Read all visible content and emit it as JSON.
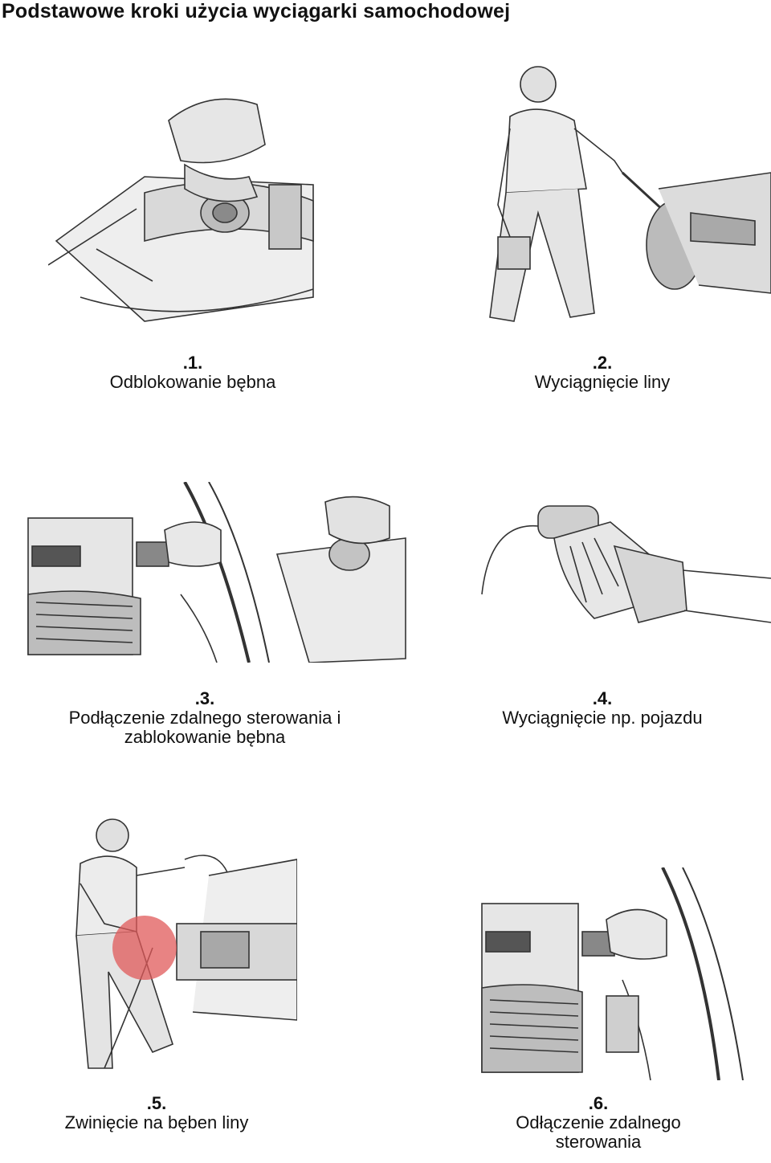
{
  "document": {
    "title": "Podstawowe kroki użycia wyciągarki samochodowej"
  },
  "steps": [
    {
      "number": ".1.",
      "label": "Odblokowanie bębna"
    },
    {
      "number": ".2.",
      "label": "Wyciągnięcie liny"
    },
    {
      "number": ".3.",
      "label": "Podłączenie zdalnego sterowania i zablokowanie bębna"
    },
    {
      "number": ".4.",
      "label": "Wyciągnięcie np. pojazdu"
    },
    {
      "number": ".5.",
      "label": "Zwinięcie na bęben liny"
    },
    {
      "number": ".6.",
      "label": "Odłączenie zdalnego sterowania"
    }
  ],
  "highlight_color": "#e05a5a"
}
